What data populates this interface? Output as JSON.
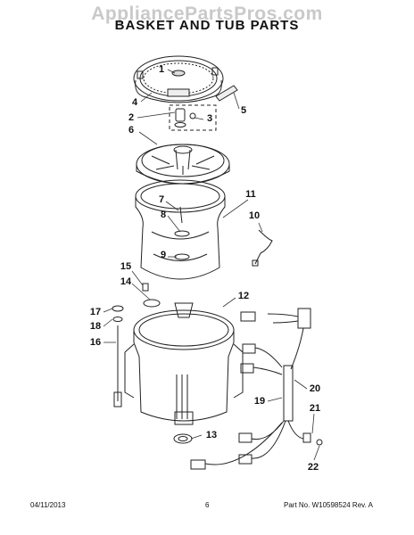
{
  "watermark": "AppliancePartsPros.com",
  "title": "BASKET AND TUB PARTS",
  "callouts": {
    "c1": "1",
    "c2": "2",
    "c3": "3",
    "c4": "4",
    "c5": "5",
    "c6": "6",
    "c7": "7",
    "c8": "8",
    "c9": "9",
    "c10": "10",
    "c11": "11",
    "c12": "12",
    "c13": "13",
    "c14": "14",
    "c15": "15",
    "c16": "16",
    "c17": "17",
    "c18": "18",
    "c19": "19",
    "c20": "20",
    "c21": "21",
    "c22": "22"
  },
  "footer": {
    "date": "04/11/2013",
    "page": "6",
    "part_no": "Part No. W10598524  Rev. A"
  }
}
